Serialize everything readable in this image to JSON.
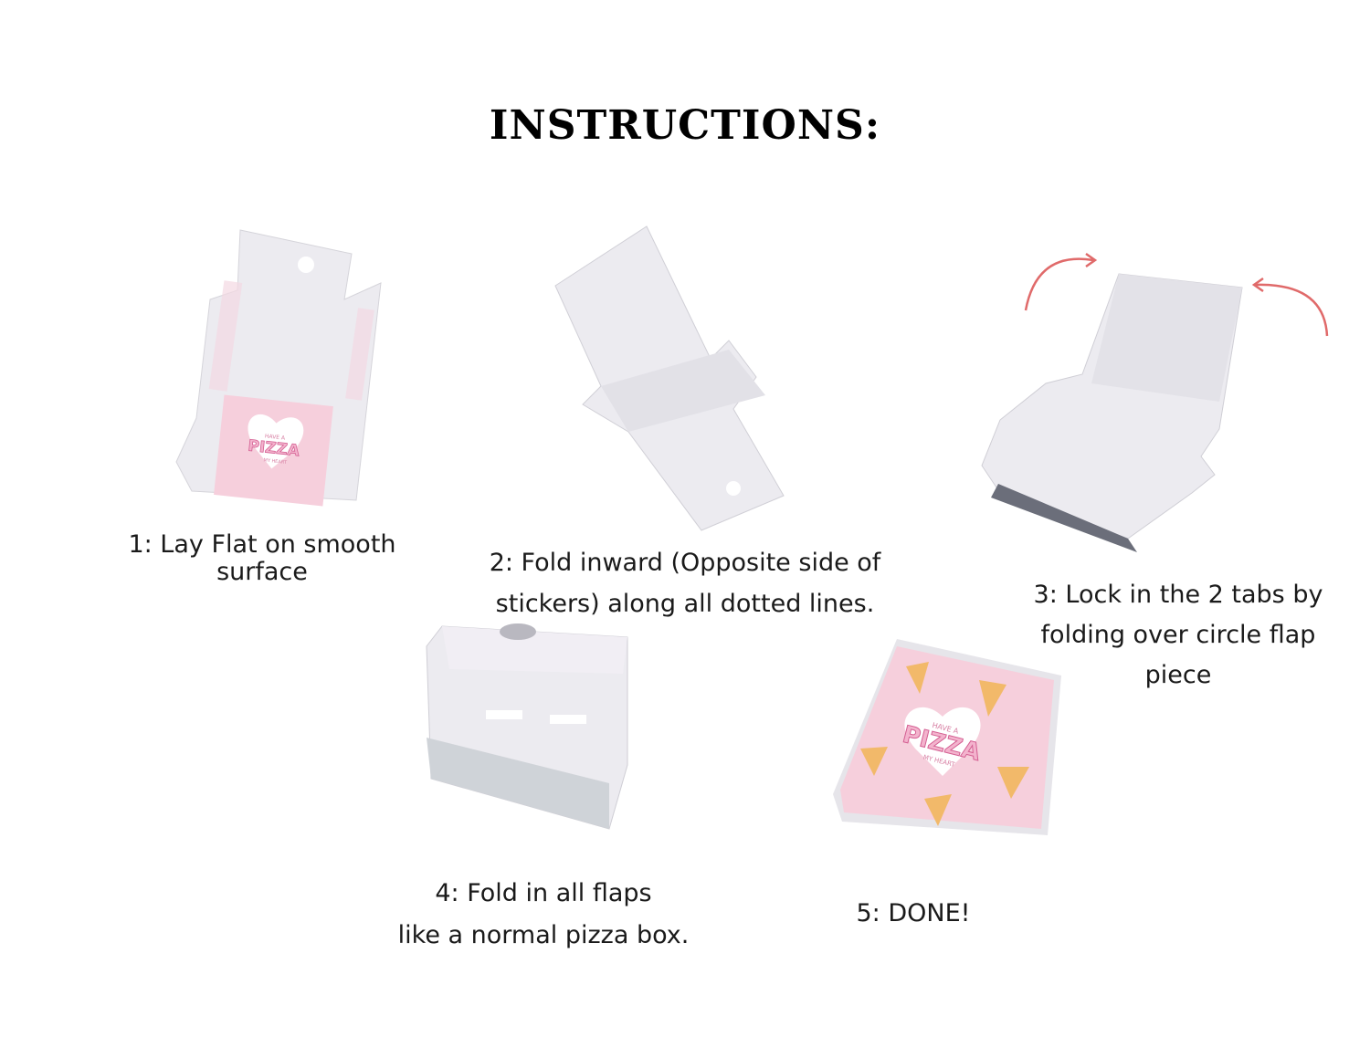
{
  "title": "INSTRUCTIONS:",
  "steps": [
    {
      "lines": [
        "1: Lay Flat on smooth",
        "surface"
      ],
      "image": "flat-unfolded-box"
    },
    {
      "lines": [
        "2: Fold inward (Opposite side of",
        "stickers) along all dotted lines."
      ],
      "image": "box-folded-inward"
    },
    {
      "lines": [
        "3: Lock in the 2 tabs by",
        "folding over circle flap",
        "piece"
      ],
      "image": "box-tabs-locked"
    },
    {
      "lines": [
        "4: Fold in all flaps",
        "like a normal pizza box."
      ],
      "image": "box-flaps-folded"
    },
    {
      "lines": [
        "5: DONE!"
      ],
      "image": "finished-pizza-box"
    }
  ],
  "sticker": {
    "line1": "HAVE A",
    "line2": "PIZZA",
    "line3": "MY HEART"
  },
  "colors": {
    "sticker_pink": "#f6cfdc",
    "arrow": "#e06a6a",
    "box": "#ecebf0",
    "text": "#1a1a1a"
  }
}
